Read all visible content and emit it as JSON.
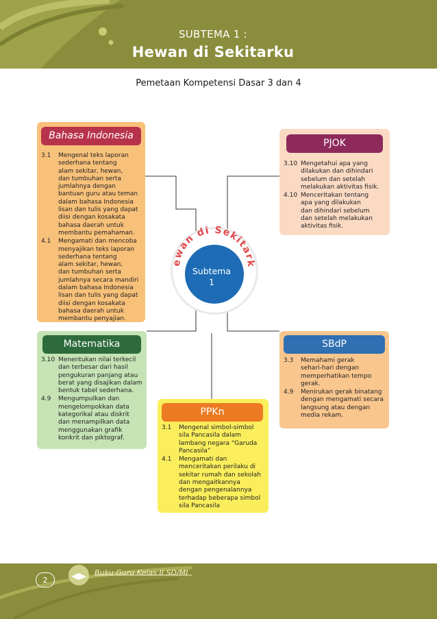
{
  "header": {
    "subtema_label": "SUBTEMA 1 :",
    "title": "Hewan di Sekitarku"
  },
  "subtitle": "Pemetaan Kompetensi Dasar 3 dan 4",
  "hub": {
    "arc_text": "Hewan di Sekitarku",
    "center_line1": "Subtema",
    "center_line2": "1"
  },
  "colors": {
    "header": "#8a8d3b",
    "bahasa": "#b7334b",
    "pjok": "#8d2a5a",
    "matematika": "#2d6b3c",
    "sbdp": "#2f6fb2",
    "ppkn": "#ec7a22",
    "hub": "#1d6cb5",
    "arc_text": "#e0484a"
  },
  "panels": {
    "bahasa": {
      "label": "Bahasa Indonesia",
      "items": [
        {
          "num": "3.1",
          "lines": [
            "Mengenal teks laporan",
            "sederhana tentang",
            "alam sekitar, hewan,",
            "dan tumbuhan serta",
            "jumlahnya dengan",
            "bantuan guru atau teman",
            "dalam bahasa Indonesia",
            "lisan dan tulis yang dapat",
            "diisi dengan kosakata",
            "bahasa daerah untuk",
            "membantu pemahaman."
          ]
        },
        {
          "num": "4.1",
          "lines": [
            "Mengamati dan mencoba",
            "menyajikan teks laporan",
            "sederhana tentang",
            "alam sekitar, hewan,",
            "dan tumbuhan serta",
            "jumlahnya secara mandiri",
            "dalam bahasa Indonesia",
            "lisan dan tulis yang dapat",
            "diisi dengan kosakata",
            "bahasa daerah untuk",
            "membantu penyajian."
          ]
        }
      ]
    },
    "pjok": {
      "label": "PJOK",
      "items": [
        {
          "num": "3.10",
          "lines": [
            "Mengetahui apa yang",
            "dilakukan dan dihindari",
            "sebelum dan setelah",
            "melakukan aktivitas fisik."
          ]
        },
        {
          "num": "4.10",
          "lines": [
            "Menceritakan tentang",
            "apa yang dilakukan",
            "dan dihindari sebelum",
            "dan setelah melakukan",
            "aktivitas fisik."
          ]
        }
      ]
    },
    "matematika": {
      "label": "Matematika",
      "items": [
        {
          "num": "3.10",
          "lines": [
            "Menentukan nilai terkecil",
            "dan terbesar dari hasil",
            "pengukuran panjang atau",
            "berat yang disajikan dalam",
            "bentuk tabel sederhana."
          ]
        },
        {
          "num": "4.9",
          "lines": [
            "Mengumpulkan dan",
            "mengelompokkan data",
            "kategorikal atau diskrit",
            "dan menampilkan data",
            "menggunakan grafik",
            "konkrit dan piktograf."
          ]
        }
      ]
    },
    "sbdp": {
      "label": "SBdP",
      "items": [
        {
          "num": "3.3",
          "lines": [
            "Memahami gerak",
            "sehari-hari dengan",
            "memperhatikan tempo",
            "gerak."
          ]
        },
        {
          "num": "4.9",
          "lines": [
            "Menirukan gerak binatang",
            "dengan mengamati secara",
            "langsung atau dengan",
            "media rekam."
          ]
        }
      ]
    },
    "ppkn": {
      "label": "PPKn",
      "items": [
        {
          "num": "3.1",
          "lines": [
            "Mengenal simbol-simbol",
            "sila Pancasila dalam",
            "lambang negara “Garuda",
            "Pancasila”"
          ]
        },
        {
          "num": "4.1",
          "lines": [
            "Mengamati dan",
            "menceritakan perilaku di",
            "sekitar rumah dan sekolah",
            "dan mengaitkannya",
            "dengan pengenalannya",
            "terhadap beberapa simbol",
            "sila Pancasila"
          ]
        }
      ]
    }
  },
  "footer": {
    "page_number": "2",
    "book_title": "Buku Guru Kelas II SD/MI"
  }
}
